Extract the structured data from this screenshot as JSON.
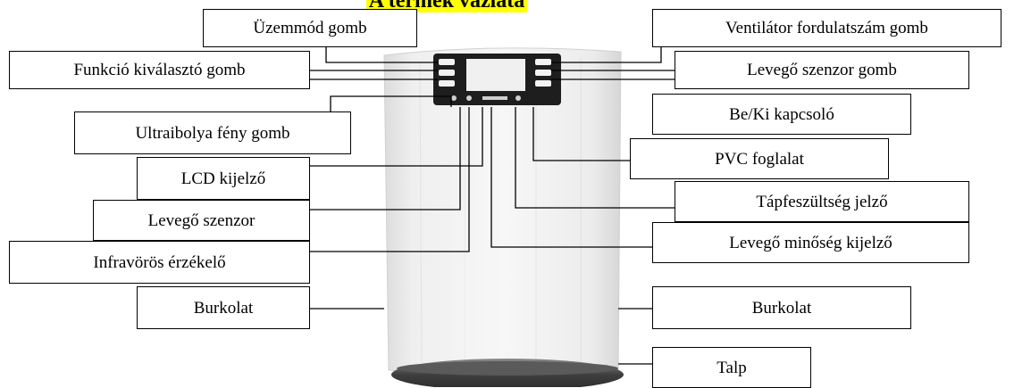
{
  "title": "A termék vázlata",
  "colors": {
    "title_highlight": "#ffff00",
    "box_border": "#000000",
    "device_body": "#e9e9e9"
  },
  "labels": {
    "uzemmod": "Üzemmód gomb",
    "funkcio": "Funkció kiválasztó gomb",
    "ultraibolya": "Ultraibolya fény gomb",
    "lcd": "LCD kijelző",
    "levego_szenzor": "Levegő szenzor",
    "infravoros": "Infravörös érzékelő",
    "burkolat_left": "Burkolat",
    "ventilator": "Ventilátor fordulatszám gomb",
    "levego_szenzor_gomb": "Levegő szenzor gomb",
    "be_ki": "Be/Ki kapcsoló",
    "pvc": "PVC foglalat",
    "tapfeszultseg": "Tápfeszültség jelző",
    "levego_minoseg": "Levegő minőség kijelző",
    "burkolat_right": "Burkolat",
    "talp": "Talp"
  }
}
